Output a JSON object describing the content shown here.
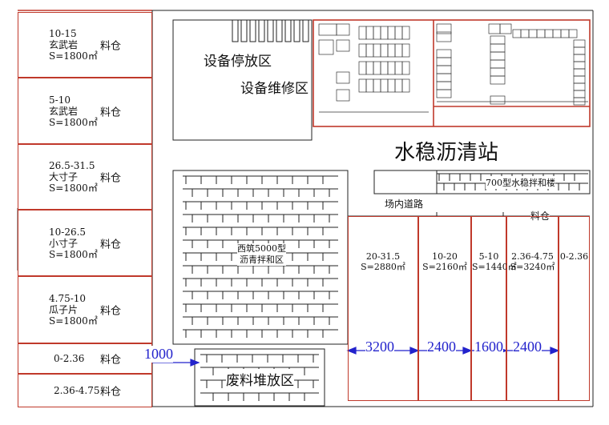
{
  "left_bins": [
    {
      "spec": "10-15\n玄武岩\nS=1800㎡",
      "label": "料仓"
    },
    {
      "spec": "5-10\n玄武岩\nS=1800㎡",
      "label": "料仓"
    },
    {
      "spec": "26.5-31.5\n大寸子\nS=1800㎡",
      "label": "料仓"
    },
    {
      "spec": "10-26.5\n小寸子\nS=1800㎡",
      "label": "料仓"
    },
    {
      "spec": "4.75-10\n瓜子片\nS=1800㎡",
      "label": "料仓"
    },
    {
      "spec": "0-2.36",
      "label": "料仓"
    },
    {
      "spec": "2.36-4.75",
      "label": "料仓"
    }
  ],
  "areas": {
    "equipment_parking": "设备停放区",
    "equipment_repair": "设备维修区",
    "station_title": "水稳沥清站",
    "mixer_700": "700型水稳拌和楼",
    "internal_road": "场内道路",
    "bin_label_right": "料仓",
    "asphalt_plant": "西筑5000型\n沥青拌和区",
    "waste_area": "废料堆放区"
  },
  "right_bins": [
    {
      "spec": "20-31.5\nS=2880㎡"
    },
    {
      "spec": "10-20\nS=2160㎡"
    },
    {
      "spec": "5-10\nS=1440㎡"
    },
    {
      "spec": "2.36-4.75\nS=3240㎡"
    },
    {
      "spec": "0-2.36"
    }
  ],
  "dimensions": {
    "left_gap": "1000",
    "d1": "3200",
    "d2": "2400",
    "d3": "1600",
    "d4": "2400"
  },
  "colors": {
    "bin_border": "#c0392b",
    "dimension": "#2222cc",
    "line": "#222222"
  }
}
